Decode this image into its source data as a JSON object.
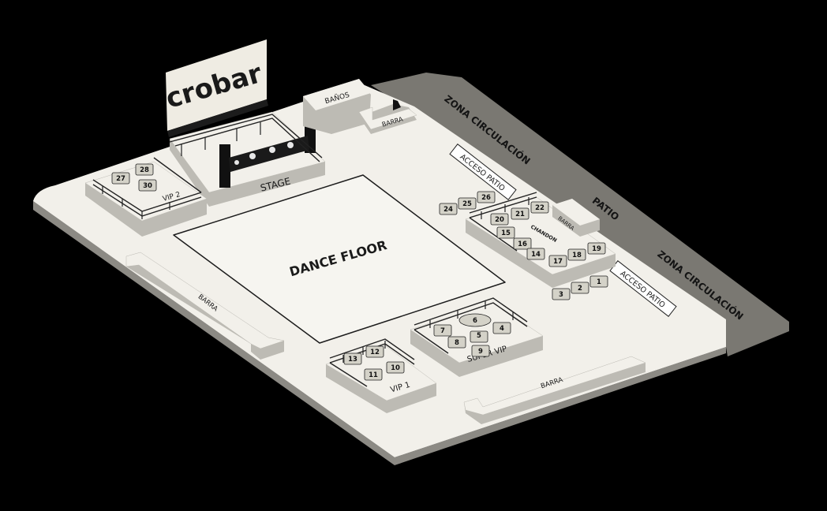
{
  "brand": {
    "logo_text": "crobar",
    "bg": "#efece3"
  },
  "colors": {
    "background": "#000000",
    "floor": "#f2f0ea",
    "floor_side": "#8c8a84",
    "circulation": "#7a7872",
    "platform_top": "#f2f0ea",
    "platform_side": "#bdbbb4",
    "table": "#d4d2c8"
  },
  "areas": {
    "dance_floor": "DANCE FLOOR",
    "stage": "STAGE",
    "banos": "BAÑOS",
    "barra_top": "BARRA",
    "barra_left": "BARRA",
    "barra_bottom": "BARRA",
    "barra_chandon": "BARRA",
    "zona_circulacion_top": "ZONA CIRCULACIÓN",
    "zona_circulacion_right": "ZONA CIRCULACIÓN",
    "patio": "PATIO",
    "acceso_patio_top": "ACCESO PATIO",
    "acceso_patio_right": "ACCESO PATIO"
  },
  "sections": {
    "vip2": {
      "label": "VIP 2",
      "tables": [
        "27",
        "28",
        "30"
      ]
    },
    "chandon": {
      "label": "CHANDON",
      "tables": [
        "20",
        "21",
        "22",
        "15",
        "16",
        "14",
        "17",
        "18",
        "19"
      ]
    },
    "loose_top": {
      "tables": [
        "24",
        "25",
        "26"
      ]
    },
    "loose_right": {
      "tables": [
        "3",
        "2",
        "1"
      ]
    },
    "super_vip": {
      "label": "SUPER VIP",
      "tables": [
        "6",
        "7",
        "5",
        "4",
        "8",
        "9"
      ]
    },
    "vip1": {
      "label": "VIP 1",
      "tables": [
        "13",
        "12",
        "11",
        "10"
      ]
    }
  }
}
